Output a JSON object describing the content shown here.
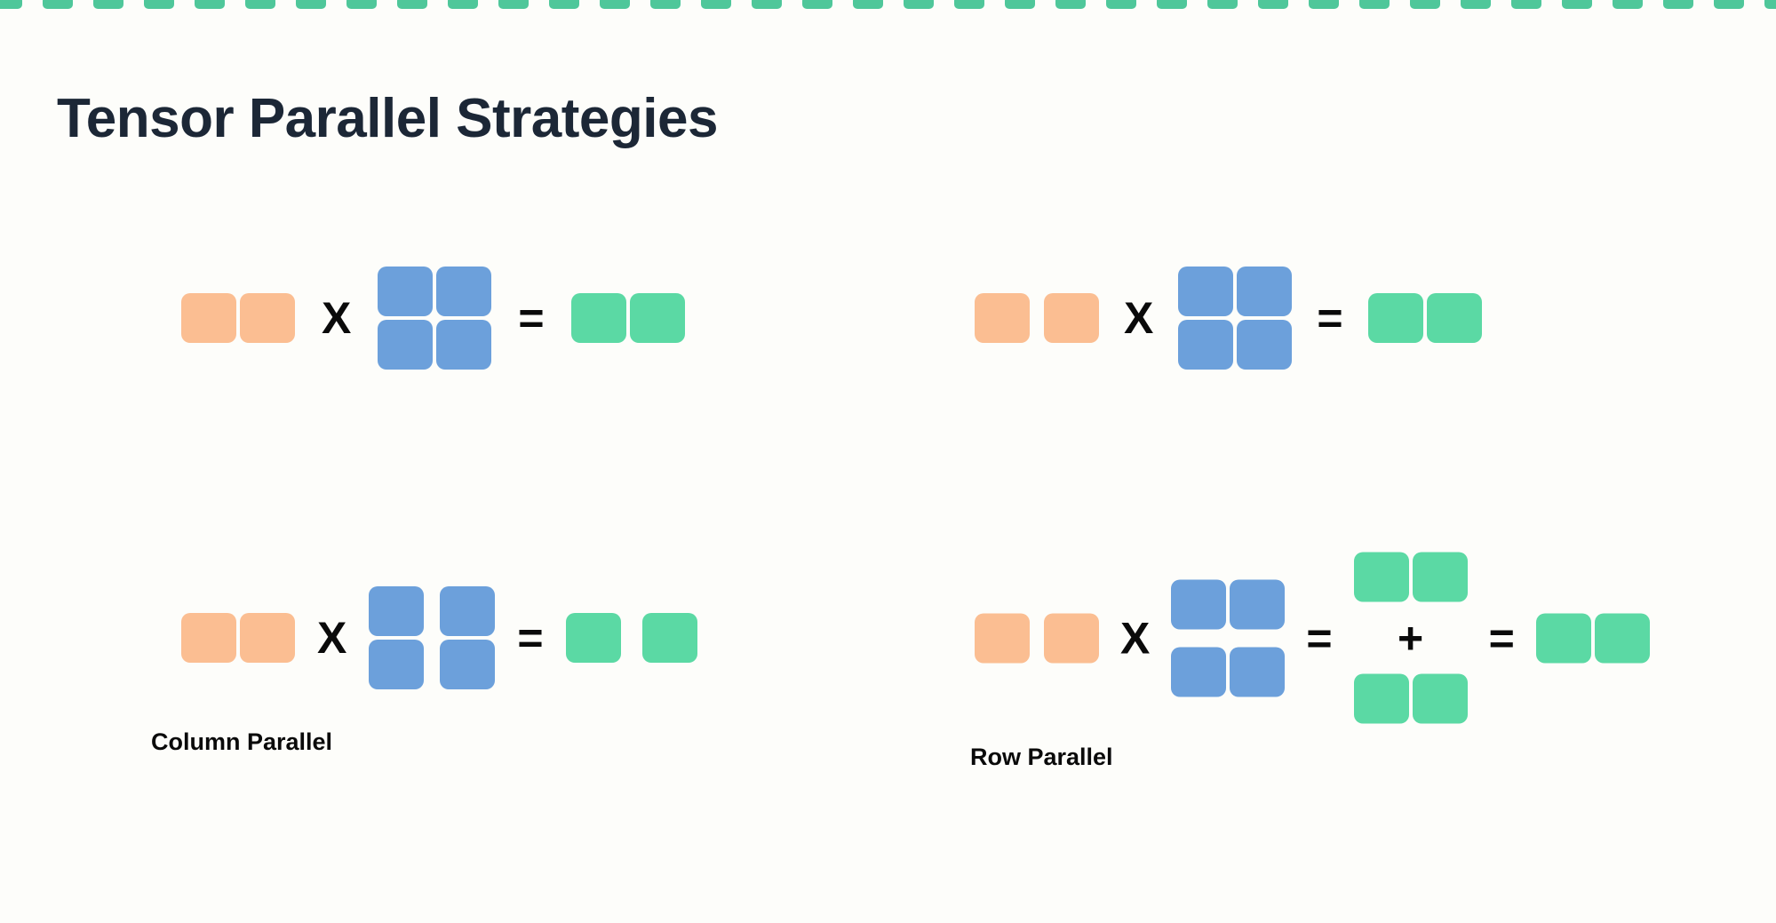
{
  "title": "Tensor Parallel Strategies",
  "labels": {
    "column": "Column Parallel",
    "row": "Row Parallel"
  },
  "symbols": {
    "multiply": "X",
    "equals": "=",
    "plus": "+"
  },
  "colors": {
    "background": "#FDFDFA",
    "title_text": "#1C2736",
    "symbol_ink": "#0A0A0A",
    "input_orange": "#FBBE92",
    "weight_blue": "#6CA0DB",
    "output_green": "#5BD9A4",
    "strip_green": "#4FC79A"
  },
  "top_strip": {
    "square_count": 36
  },
  "diagrams": [
    {
      "position": "top-left",
      "name": "replicated-baseline",
      "label": "",
      "input_split": false,
      "weight_split": "none",
      "outputs": [
        {
          "kind": "pair",
          "split": false
        }
      ]
    },
    {
      "position": "top-right",
      "name": "split-input-baseline",
      "label": "",
      "input_split": true,
      "weight_split": "none",
      "outputs": [
        {
          "kind": "pair",
          "split": false
        }
      ]
    },
    {
      "position": "bottom-left",
      "name": "column-parallel",
      "label": "Column Parallel",
      "input_split": false,
      "weight_split": "columns",
      "outputs": [
        {
          "kind": "pair",
          "split": true
        }
      ]
    },
    {
      "position": "bottom-right",
      "name": "row-parallel",
      "label": "Row Parallel",
      "input_split": true,
      "weight_split": "rows",
      "outputs": [
        {
          "kind": "partial-sum-stack"
        },
        {
          "kind": "pair",
          "split": false
        }
      ]
    }
  ]
}
